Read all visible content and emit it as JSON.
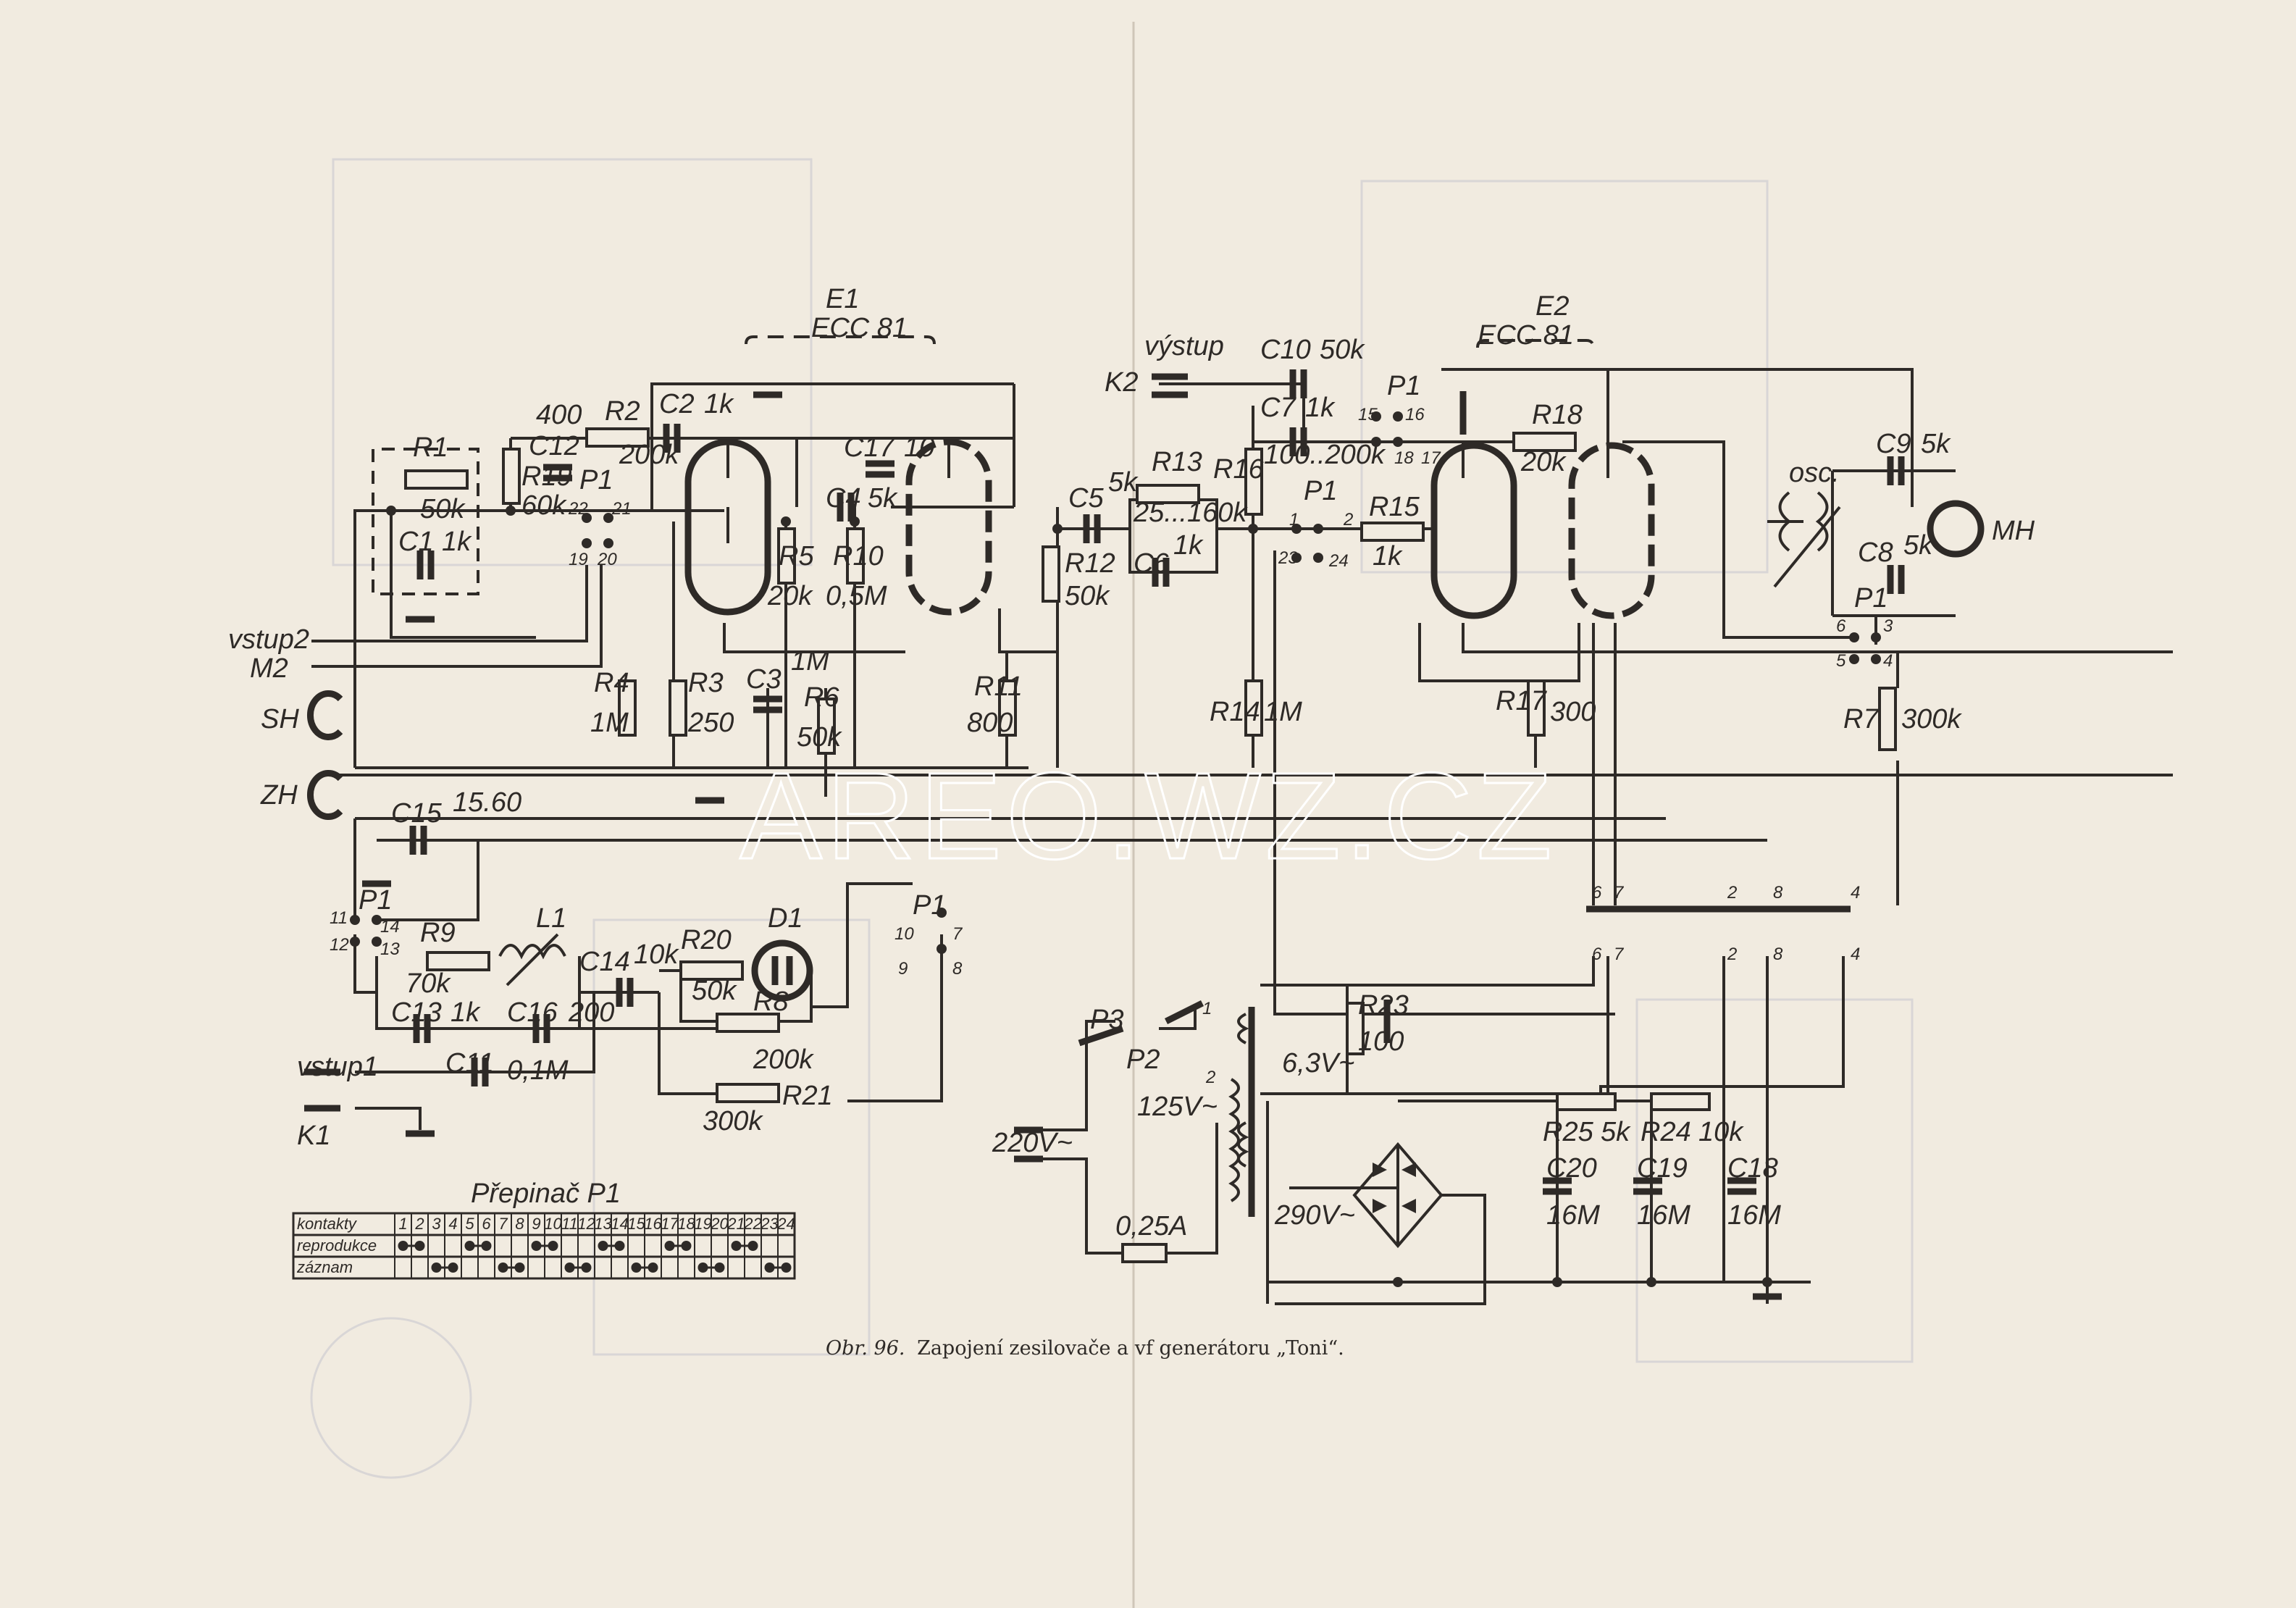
{
  "tubes": {
    "e1": {
      "ref": "E1",
      "type": "ECC 81"
    },
    "e2": {
      "ref": "E2",
      "type": "ECC 81"
    }
  },
  "connectors": {
    "vstup2": "vstup2",
    "m2": "M2",
    "sh": "SH",
    "zh": "ZH",
    "mh": "MH",
    "vystup": "výstup",
    "k2": "K2",
    "vstup1": "vstup1",
    "k1": "K1",
    "mains": "220V~"
  },
  "components": {
    "r1": [
      "R1",
      "50k"
    ],
    "c1": [
      "C1",
      "1k"
    ],
    "r19": [
      "R19",
      "60k"
    ],
    "c12": [
      "C12",
      "400"
    ],
    "r2": [
      "R2",
      "200k"
    ],
    "c2": [
      "C2",
      "1k"
    ],
    "r5": [
      "R5",
      "20k"
    ],
    "r10": [
      "R10",
      "0,5M"
    ],
    "c17": [
      "C17",
      "10"
    ],
    "c4": [
      "C4",
      "5k"
    ],
    "c3": [
      "C3",
      "1M"
    ],
    "r6": [
      "R6",
      "50k"
    ],
    "r4": [
      "R4",
      "1M"
    ],
    "r3": [
      "R3",
      "250"
    ],
    "r11": [
      "R11",
      "800"
    ],
    "c5": [
      "C5",
      "5k"
    ],
    "r12": [
      "R12",
      "50k"
    ],
    "r13": [
      "R13",
      "25...160k"
    ],
    "c6": [
      "C6",
      "1k"
    ],
    "r16": [
      "R16",
      "100..200k"
    ],
    "c10": [
      "C10",
      "50k"
    ],
    "c7": [
      "C7",
      "1k"
    ],
    "r18": [
      "R18",
      "20k"
    ],
    "r15": [
      "R15",
      "1k"
    ],
    "r14": [
      "R14",
      "1M"
    ],
    "r17": [
      "R17",
      "300"
    ],
    "r7": [
      "R7",
      "300k"
    ],
    "c9": [
      "C9",
      "5k"
    ],
    "c8": [
      "C8",
      "5k"
    ],
    "osc": "osc.",
    "c15": [
      "C15",
      "15.60"
    ],
    "r9": [
      "R9",
      "70k"
    ],
    "l1": "L1",
    "c13": [
      "C13",
      "1k"
    ],
    "c16": [
      "C16",
      "200"
    ],
    "c14": [
      "C14",
      "10k"
    ],
    "r20": [
      "R20",
      "50k"
    ],
    "d1": "D1",
    "r8": [
      "R8",
      "200k"
    ],
    "r21": [
      "R21",
      "300k"
    ],
    "c11": [
      "C11",
      "0,1M"
    ],
    "p3": "P3",
    "p2": "P2",
    "v125": "125V~",
    "fuse": "0,25A",
    "v63": "6,3V~",
    "r23": [
      "R23",
      "100"
    ],
    "v290": "290V~",
    "r25": [
      "R25",
      "5k"
    ],
    "r24": [
      "R24",
      "10k"
    ],
    "c20": [
      "C20",
      "16M"
    ],
    "c19": [
      "C19",
      "16M"
    ],
    "c18": [
      "C18",
      "16M"
    ]
  },
  "switch_contacts": {
    "p1": "P1",
    "group_a": [
      "22",
      "21",
      "19",
      "20"
    ],
    "group_b": [
      "15",
      "16",
      "18",
      "17"
    ],
    "group_c": [
      "1",
      "2",
      "23",
      "24"
    ],
    "group_d": [
      "6",
      "3",
      "5",
      "4"
    ],
    "group_e": [
      "11",
      "14",
      "12",
      "13"
    ],
    "group_f": [
      "10",
      "7",
      "9",
      "8"
    ],
    "p3_pos": "1",
    "p2_pos": "2"
  },
  "plug_pins": [
    "6",
    "7",
    "2",
    "8",
    "4"
  ],
  "table": {
    "title": "Přepinač P1",
    "header": "kontakty",
    "rows": [
      "reprodukce",
      "záznam"
    ],
    "contacts": [
      "1",
      "2",
      "3",
      "4",
      "5",
      "6",
      "7",
      "8",
      "9",
      "10",
      "11",
      "12",
      "13",
      "14",
      "15",
      "16",
      "17",
      "18",
      "19",
      "20",
      "21",
      "22",
      "23",
      "24"
    ],
    "reprodukce_pairs": [
      [
        1,
        2
      ],
      [
        5,
        6
      ],
      [
        9,
        10
      ],
      [
        13,
        14
      ],
      [
        17,
        18
      ],
      [
        21,
        22
      ]
    ],
    "zaznam_pairs": [
      [
        3,
        4
      ],
      [
        7,
        8
      ],
      [
        11,
        12
      ],
      [
        15,
        16
      ],
      [
        19,
        20
      ],
      [
        23,
        24
      ]
    ]
  },
  "caption": {
    "prefix": "Obr. 96.",
    "text": "Zapojení zesilovače a vf generátoru „Toni“."
  },
  "watermark": "AREO.WZ.CZ"
}
